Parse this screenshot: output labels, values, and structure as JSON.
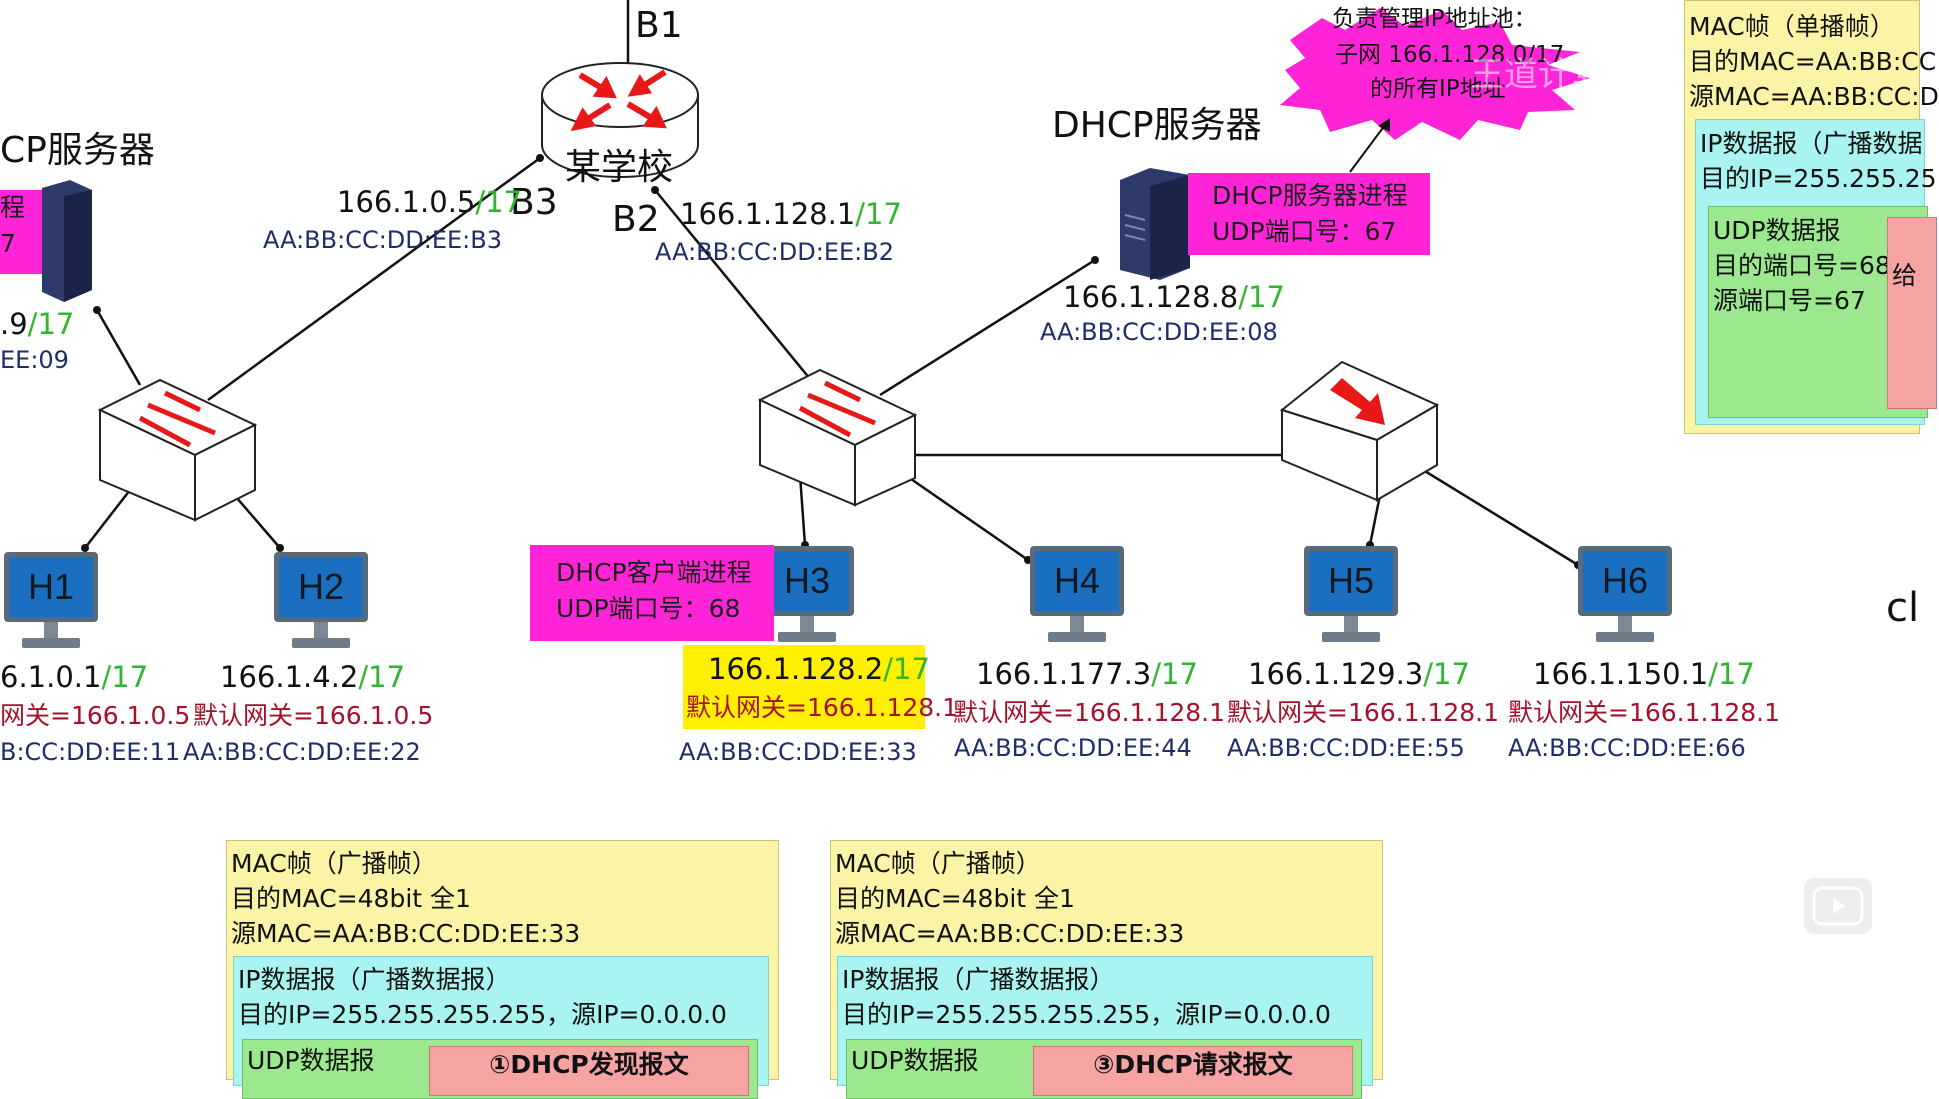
{
  "router": {
    "label": "某学校",
    "b1": "B1",
    "b2": "B2",
    "b3": "B3"
  },
  "iface_b3": {
    "ip": "166.1.0.5",
    "mask": "/17",
    "mac": "AA:BB:CC:DD:EE:B3"
  },
  "iface_b2": {
    "ip": "166.1.128.1",
    "mask": "/17",
    "mac": "AA:BB:CC:DD:EE:B2"
  },
  "left_server": {
    "title": "CP服务器",
    "ip": ".9",
    "mask": "/17",
    "mac": "EE:09",
    "box_line1": "程",
    "box_line2": "7"
  },
  "dhcp_server": {
    "title": "DHCP服务器",
    "process": "DHCP服务器进程",
    "port": "UDP端口号：67",
    "ip": "166.1.128.8",
    "mask": "/17",
    "mac": "AA:BB:CC:DD:EE:08"
  },
  "pool_callout": {
    "line1": "负责管理IP地址池：",
    "line2": "子网 166.1.128.0/17",
    "line3": "的所有IP地址"
  },
  "watermark": "王道计算机教育",
  "client_process": {
    "line1": "DHCP客户端进程",
    "line2": "UDP端口号：68"
  },
  "hosts": {
    "h1": {
      "name": "H1",
      "ip": "6.1.0.1",
      "mask": "/17",
      "gw": "网关=166.1.0.5",
      "mac": "B:CC:DD:EE:11"
    },
    "h2": {
      "name": "H2",
      "ip": "166.1.4.2",
      "mask": "/17",
      "gw": "默认网关=166.1.0.5",
      "mac": "AA:BB:CC:DD:EE:22"
    },
    "h3": {
      "name": "H3",
      "ip": "166.1.128.2",
      "mask": "/17",
      "gw": "默认网关=166.1.128.1",
      "mac": "AA:BB:CC:DD:EE:33"
    },
    "h4": {
      "name": "H4",
      "ip": "166.1.177.3",
      "mask": "/17",
      "gw": "默认网关=166.1.128.1",
      "mac": "AA:BB:CC:DD:EE:44"
    },
    "h5": {
      "name": "H5",
      "ip": "166.1.129.3",
      "mask": "/17",
      "gw": "默认网关=166.1.128.1",
      "mac": "AA:BB:CC:DD:EE:55"
    },
    "h6": {
      "name": "H6",
      "ip": "166.1.150.1",
      "mask": "/17",
      "gw": "默认网关=166.1.128.1",
      "mac": "AA:BB:CC:DD:EE:66"
    }
  },
  "right_frame": {
    "title": "MAC帧（单播帧）",
    "dst_mac": "目的MAC=AA:BB:CC",
    "src_mac": "源MAC=AA:BB:CC:D",
    "ip_title": "IP数据报（广播数据",
    "dst_ip": "目的IP=255.255.25",
    "udp_title": "UDP数据报",
    "dst_port": "目的端口号=68",
    "src_port": "源端口号=67",
    "payload": "给"
  },
  "frame1": {
    "title": "MAC帧（广播帧）",
    "dst_mac": "目的MAC=48bit 全1",
    "src_mac": "源MAC=AA:BB:CC:DD:EE:33",
    "ip_title": "IP数据报（广播数据报）",
    "ip_addrs": "目的IP=255.255.255.255，源IP=0.0.0.0",
    "udp_title": "UDP数据报",
    "msg": "①DHCP发现报文"
  },
  "frame2": {
    "title": "MAC帧（广播帧）",
    "dst_mac": "目的MAC=48bit 全1",
    "src_mac": "源MAC=AA:BB:CC:DD:EE:33",
    "ip_title": "IP数据报（广播数据报）",
    "ip_addrs": "目的IP=255.255.255.255，源IP=0.0.0.0",
    "udp_title": "UDP数据报",
    "msg": "③DHCP请求报文"
  },
  "edge_text": "cl",
  "colors": {
    "mask": "#2fb52f",
    "mac": "#1e2d6b",
    "gateway": "#a3122a",
    "highlight": "#ffef00",
    "process_box": "#ff24d8",
    "arrow": "#e81818"
  }
}
